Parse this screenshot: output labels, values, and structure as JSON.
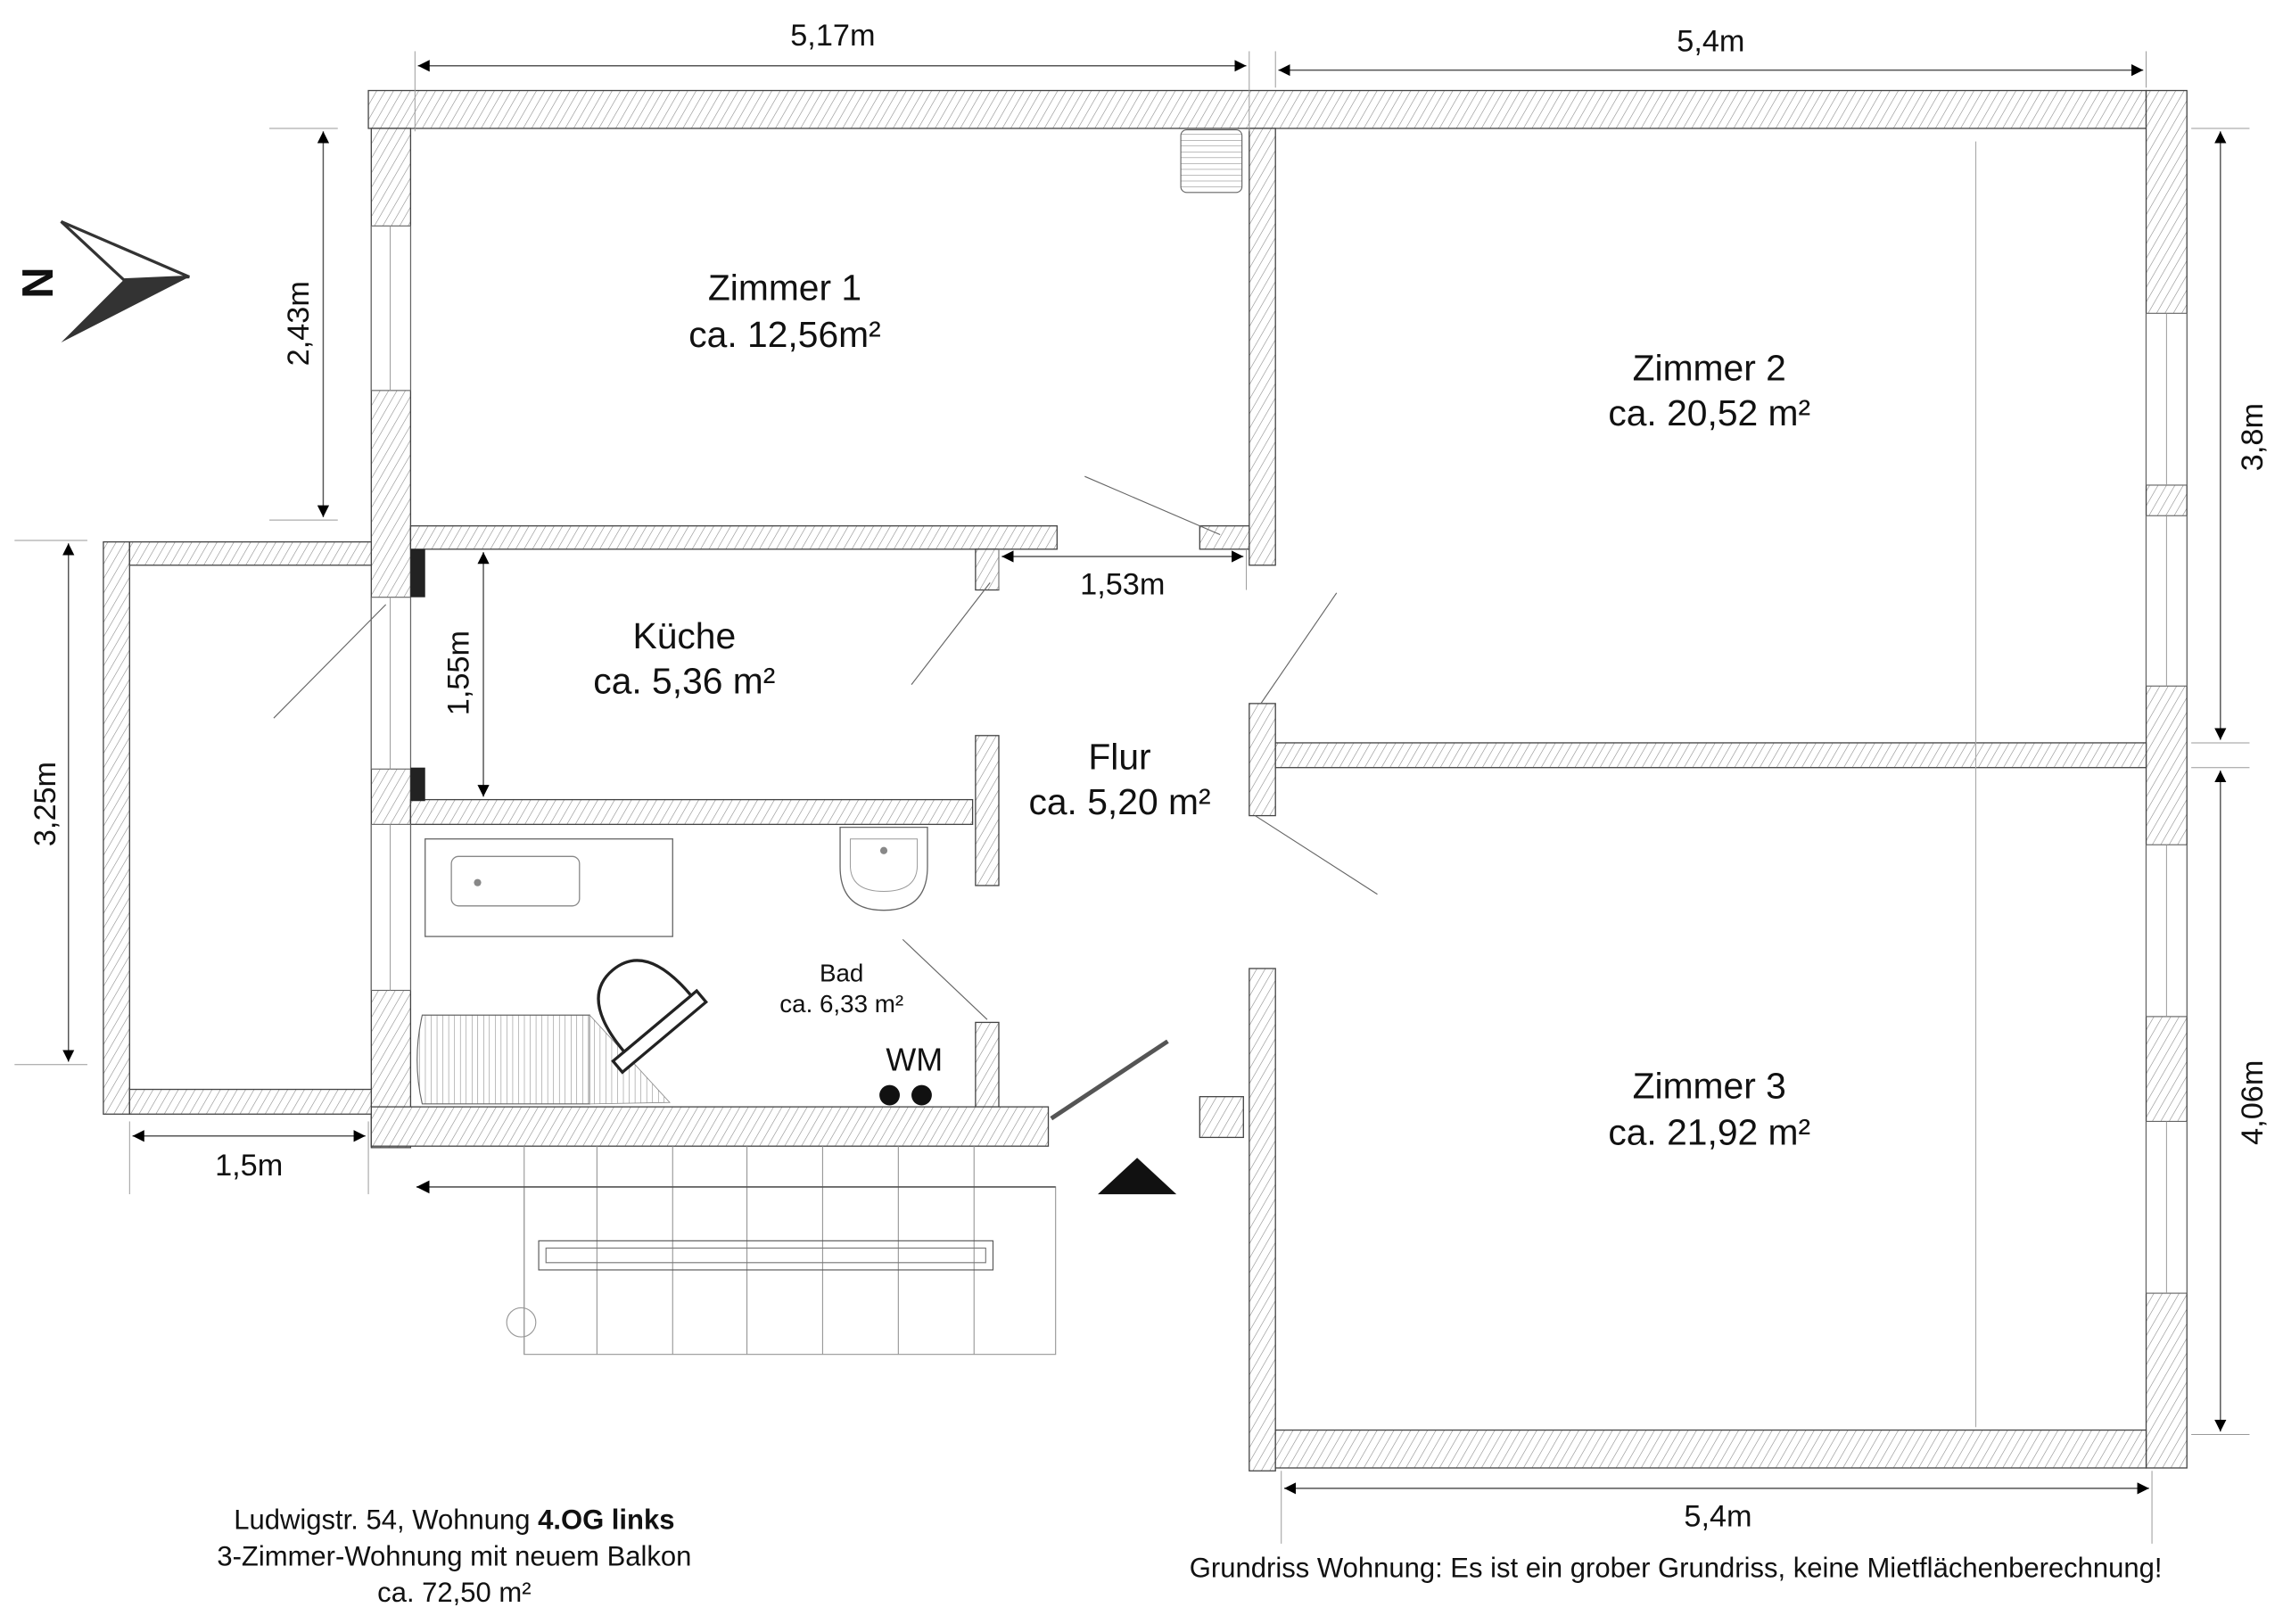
{
  "rooms": {
    "zimmer1": {
      "name": "Zimmer 1",
      "area": "ca. 12,56m²"
    },
    "zimmer2": {
      "name": "Zimmer 2",
      "area": "ca. 20,52 m²"
    },
    "zimmer3": {
      "name": "Zimmer 3",
      "area": "ca. 21,92 m²"
    },
    "kueche": {
      "name": "Küche",
      "area": "ca. 5,36 m²"
    },
    "flur": {
      "name": "Flur",
      "area": "ca. 5,20 m²"
    },
    "bad": {
      "name": "Bad",
      "area": "ca. 6,33 m²"
    }
  },
  "labels": {
    "wm": "WM",
    "north": "N"
  },
  "dimensions": {
    "top_left": "5,17m",
    "top_right": "5,4m",
    "bottom_right": "5,4m",
    "left_upper": "2,43m",
    "balcony_height": "3,25m",
    "balcony_width": "1,5m",
    "kueche_height": "1,55m",
    "door_width": "1,53m",
    "right_upper": "3,8m",
    "right_lower": "4,06m"
  },
  "info": {
    "line1_prefix": "Ludwigstr. 54, Wohnung ",
    "line1_bold": "4.OG links",
    "line2": "3-Zimmer-Wohnung mit neuem Balkon",
    "line3": "ca. 72,50 m²",
    "disclaimer": "Grundriss Wohnung: Es ist ein grober Grundriss, keine Mietflächenberechnung!"
  }
}
